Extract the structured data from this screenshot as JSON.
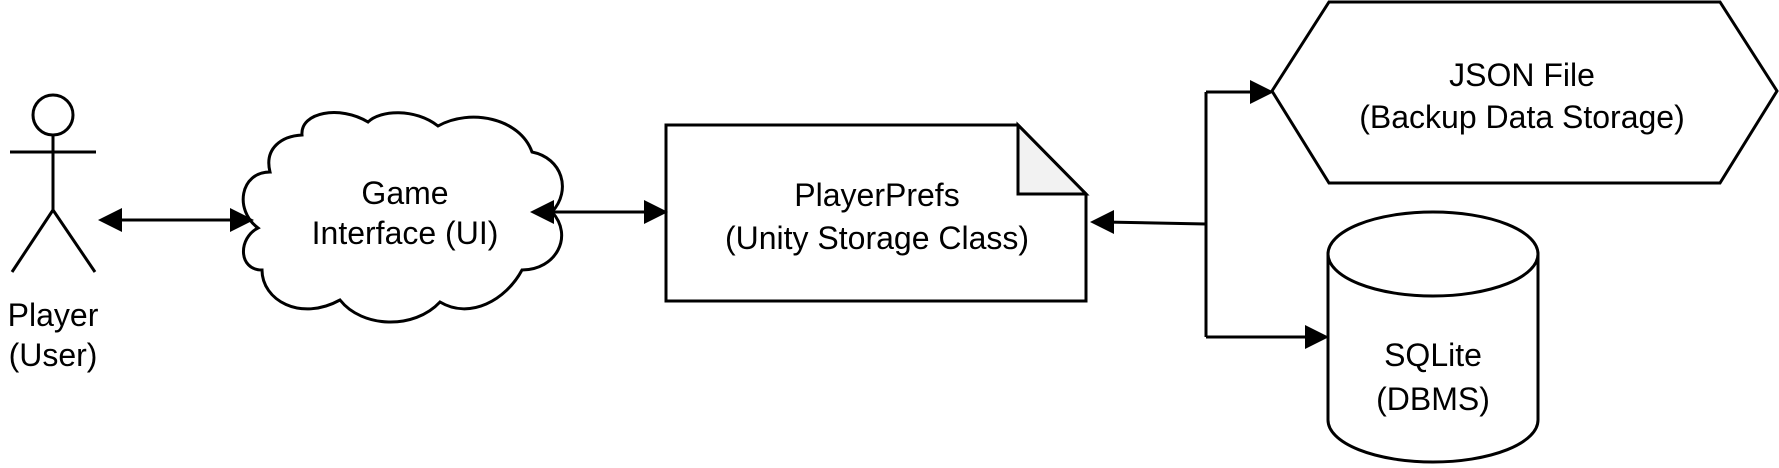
{
  "nodes": {
    "player": {
      "line1": "Player",
      "line2": "(User)"
    },
    "game_ui": {
      "line1": "Game",
      "line2": "Interface (UI)"
    },
    "playerprefs": {
      "line1": "PlayerPrefs",
      "line2": "(Unity Storage Class)"
    },
    "json_file": {
      "line1": "JSON File",
      "line2": "(Backup Data Storage)"
    },
    "sqlite": {
      "line1": "SQLite",
      "line2": "(DBMS)"
    }
  },
  "colors": {
    "stroke": "#000000",
    "fill": "#ffffff",
    "fold_fill": "#f2f2f2"
  }
}
